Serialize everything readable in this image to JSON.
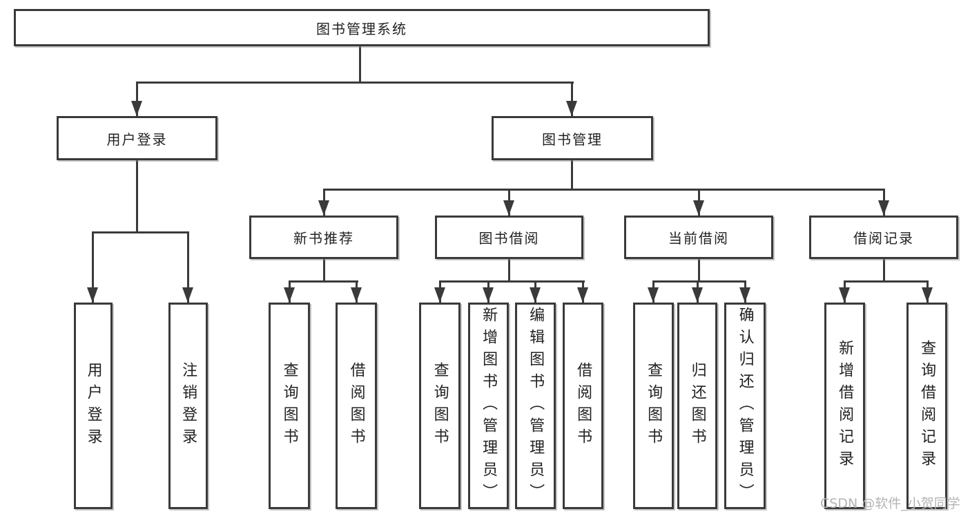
{
  "tree": {
    "label": "图书管理系统",
    "children": [
      {
        "label": "用户登录",
        "children": [
          {
            "label": "用户登录"
          },
          {
            "label": "注销登录"
          }
        ]
      },
      {
        "label": "图书管理",
        "children": [
          {
            "label": "新书推荐",
            "children": [
              {
                "label": "查询图书"
              },
              {
                "label": "借阅图书"
              }
            ]
          },
          {
            "label": "图书借阅",
            "children": [
              {
                "label": "查询图书"
              },
              {
                "label": "新增图书（管理员）"
              },
              {
                "label": "编辑图书（管理员）"
              },
              {
                "label": "借阅图书"
              }
            ]
          },
          {
            "label": "当前借阅",
            "children": [
              {
                "label": "查询图书"
              },
              {
                "label": "归还图书"
              },
              {
                "label": "确认归还（管理员）"
              }
            ]
          },
          {
            "label": "借阅记录",
            "children": [
              {
                "label": "新增借阅记录"
              },
              {
                "label": "查询借阅记录"
              }
            ]
          }
        ]
      }
    ]
  },
  "watermark": {
    "text": "CSDN @软件_小贺同学"
  },
  "colors": {
    "line": "#3a3a3a",
    "text": "#222222",
    "box_background": "#ffffff",
    "page_background": "#ffffff",
    "watermark": "#b4b4b4"
  }
}
